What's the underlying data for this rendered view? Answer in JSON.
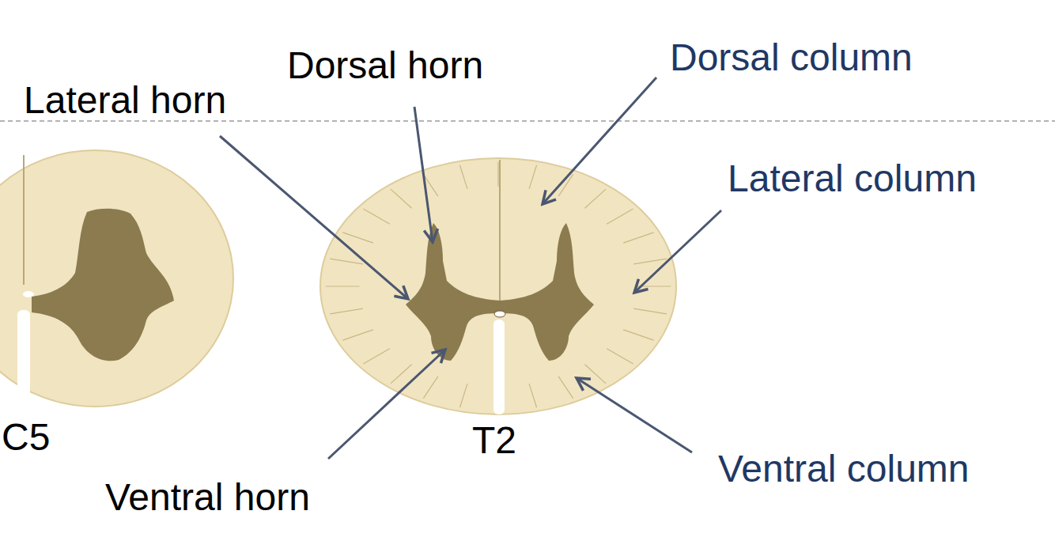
{
  "diagram": {
    "labels": [
      "Dorsal horn",
      "Dorsal column",
      "Lateral horn",
      "Lateral column",
      "C5",
      "T2",
      "Ventral column",
      "Ventral horn"
    ]
  }
}
